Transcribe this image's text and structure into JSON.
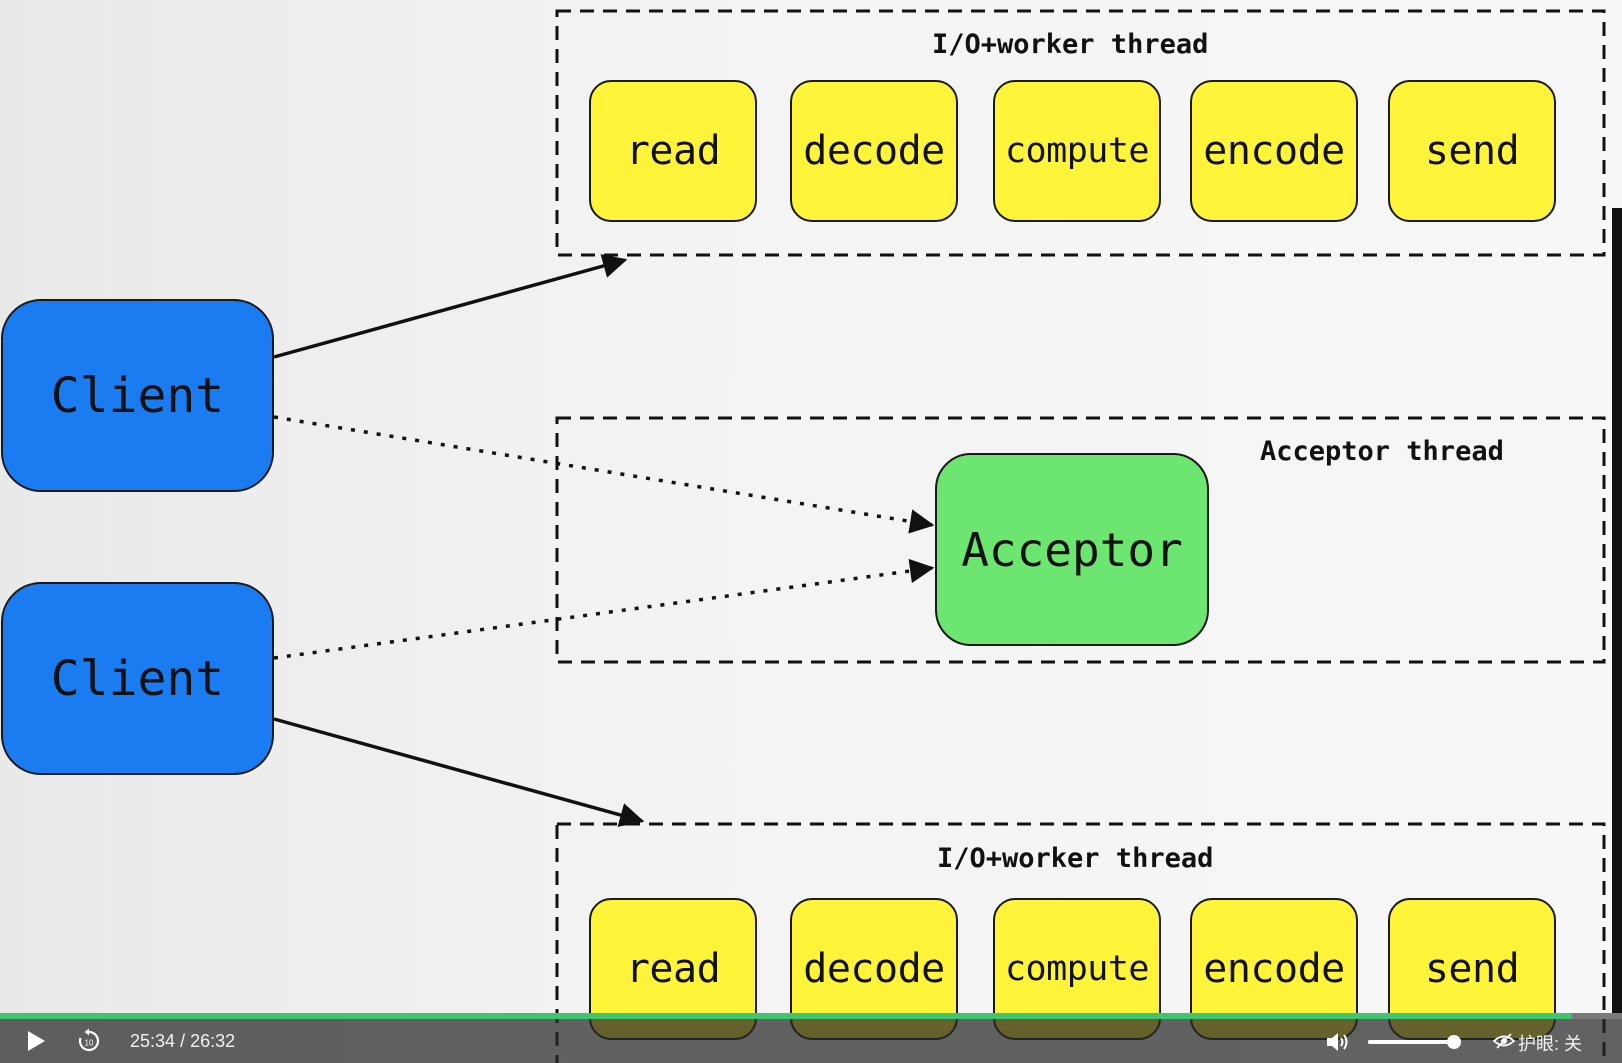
{
  "diagram": {
    "top_group": {
      "label": "I/O+worker thread",
      "stages": [
        "read",
        "decode",
        "compute",
        "encode",
        "send"
      ]
    },
    "acceptor_group": {
      "label": "Acceptor thread",
      "node": "Acceptor"
    },
    "bottom_group": {
      "label": "I/O+worker thread",
      "stages": [
        "read",
        "decode",
        "compute",
        "encode",
        "send"
      ]
    },
    "clients": [
      "Client",
      "Client"
    ],
    "colors": {
      "stage": "#fff43a",
      "client": "#1a7cf0",
      "acceptor": "#6ce571",
      "progress": "#3fc46f"
    }
  },
  "player": {
    "current_time": "25:34",
    "separator": "/",
    "duration": "26:32",
    "progress_fraction": 0.969,
    "volume_fraction": 0.98,
    "eye_care_label": "护眼: 关",
    "icons": [
      "play-icon",
      "replay-10-icon",
      "volume-icon",
      "eye-care-icon"
    ]
  }
}
